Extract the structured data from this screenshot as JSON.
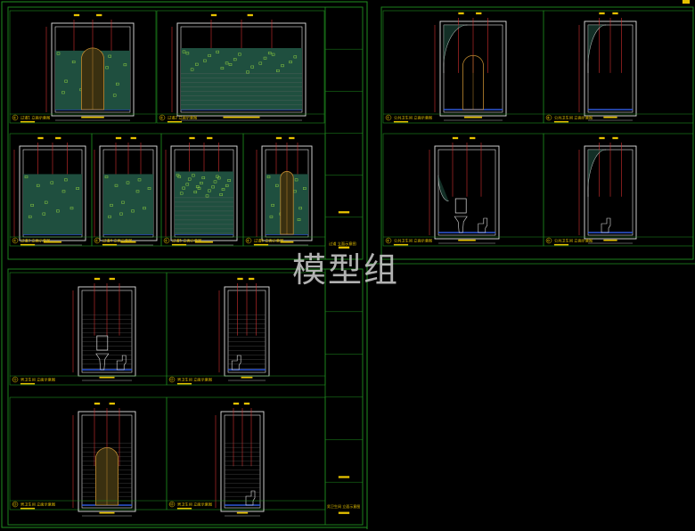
{
  "watermark": "模型组",
  "colors": {
    "frame": "#1f8f1f",
    "wall": "#e0e0e0",
    "dim": "#d23030",
    "accent": "#2f58d8",
    "title": "#e6c200",
    "fill": "#1f4f3f"
  },
  "sheets": [
    {
      "id": "sheet-1",
      "panels": [
        {
          "id": "p1",
          "num": "①",
          "title": "过道1 立面示意图",
          "kind": "arch"
        },
        {
          "id": "p2",
          "num": "②",
          "title": "过道2 立面示意图",
          "kind": "wide"
        },
        {
          "id": "p3",
          "num": "③",
          "title": "过道3 立面示意图",
          "kind": "narrow"
        },
        {
          "id": "p4",
          "num": "④",
          "title": "过道4 立面示意图",
          "kind": "narrow"
        },
        {
          "id": "p5",
          "num": "⑤",
          "title": "过道5 立面示意图",
          "kind": "wide"
        },
        {
          "id": "p6",
          "num": "⑥",
          "title": "过道6 立面示意图",
          "kind": "arch"
        }
      ],
      "caption": "过道 立面示意图"
    },
    {
      "id": "sheet-2",
      "panels": [
        {
          "id": "p7",
          "num": "⑦",
          "title": "公共卫生间 立面示意图",
          "kind": "arch-empty"
        },
        {
          "id": "p8",
          "num": "⑧",
          "title": "公共卫生间 立面示意图",
          "kind": "curve"
        },
        {
          "id": "p9",
          "num": "⑨",
          "title": "公共卫生间 立面示意图",
          "kind": "sink"
        },
        {
          "id": "p10",
          "num": "⑩",
          "title": "公共卫生间 立面示意图",
          "kind": "toilet-curve"
        }
      ]
    },
    {
      "id": "sheet-3",
      "panels": [
        {
          "id": "p11",
          "num": "⑪",
          "title": "男卫生间 立面示意图",
          "kind": "sink"
        },
        {
          "id": "p12",
          "num": "⑫",
          "title": "男卫生间 立面示意图",
          "kind": "toilet"
        },
        {
          "id": "p13",
          "num": "⑬",
          "title": "男卫生间 立面示意图",
          "kind": "arch-brick"
        },
        {
          "id": "p14",
          "num": "⑭",
          "title": "男卫生间 立面示意图",
          "kind": "narrow-toilet"
        }
      ],
      "caption": "男卫生间 立面示意图"
    }
  ]
}
